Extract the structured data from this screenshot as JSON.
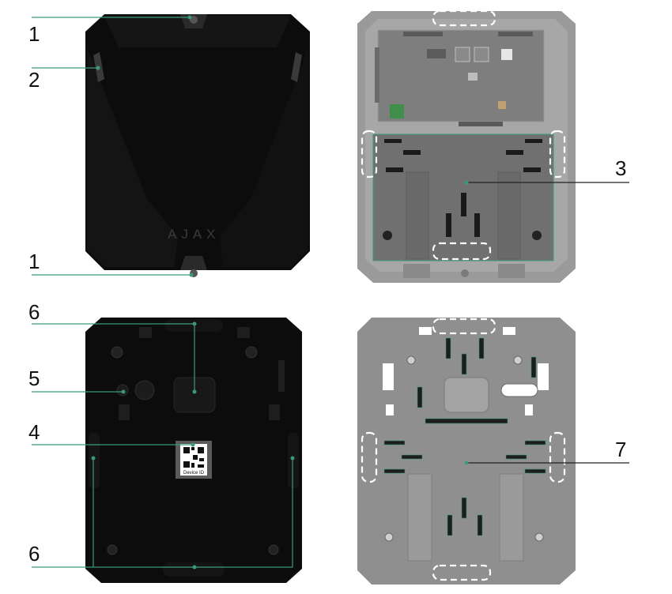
{
  "callouts": {
    "c1_top": "1",
    "c2": "2",
    "c1_bottom": "1",
    "c3": "3",
    "c6_top": "6",
    "c5": "5",
    "c4": "4",
    "c6_bottom": "6",
    "c7": "7"
  },
  "device": {
    "logo": "AJAX",
    "qr_caption": "Device ID"
  },
  "colors": {
    "leader": "#3a9a78",
    "case_black": "#0c0c0c",
    "case_grey": "#8f8f8f",
    "interior_grey": "#767676"
  }
}
